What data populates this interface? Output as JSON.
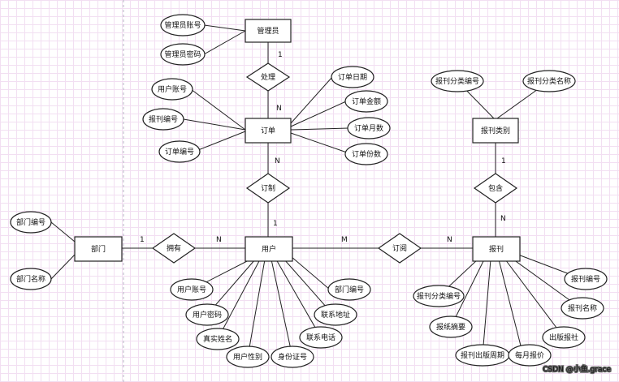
{
  "entities": {
    "admin": "管理员",
    "order": "订单",
    "category": "报刊类别",
    "dept": "部门",
    "user": "用户",
    "paper": "报刊"
  },
  "relationships": {
    "handle": "处理",
    "subscribe_order": "订制",
    "contain": "包含",
    "own": "拥有",
    "subscribe": "订阅"
  },
  "attributes": {
    "admin_account": "管理员账号",
    "admin_password": "管理员密码",
    "user_account_o": "用户账号",
    "paper_no_o": "报刊编号",
    "order_no": "订单编号",
    "order_date": "订单日期",
    "order_amount": "订单金额",
    "order_month": "订单月数",
    "order_copies": "订单份数",
    "cat_no": "报刊分类编号",
    "cat_name": "报刊分类名称",
    "dept_no": "部门编号",
    "dept_name": "部门名称",
    "user_account": "用户账号",
    "user_password": "用户密码",
    "real_name": "真实姓名",
    "user_gender": "用户性别",
    "id_no": "身份证号",
    "phone": "联系电话",
    "address": "联系地址",
    "user_dept_no": "部门编号",
    "p_cat_no": "报刊分类编号",
    "p_summary": "报纸摘要",
    "p_period": "报刊出版周期",
    "p_price": "每月报价",
    "p_publisher": "出版报社",
    "p_name": "报刊名称",
    "p_no": "报刊编号"
  },
  "cardinalities": {
    "admin_handle": "1",
    "handle_order": "N",
    "order_sub": "N",
    "sub_user": "1",
    "cat_contain": "1",
    "contain_paper": "N",
    "dept_own": "1",
    "own_user": "N",
    "user_subscribe": "M",
    "subscribe_paper": "N"
  },
  "watermark": "CSDN @小鱼.grace"
}
